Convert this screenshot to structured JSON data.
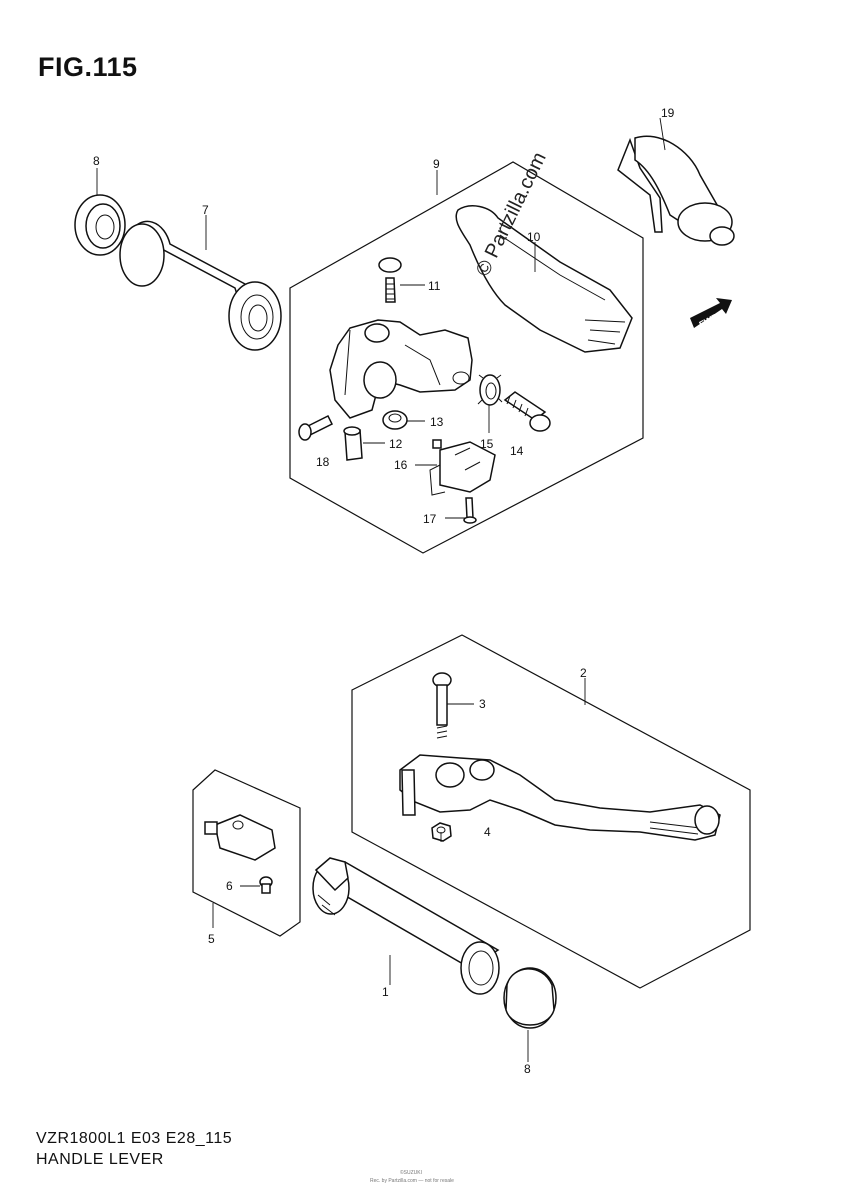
{
  "figure": {
    "title": "FIG.115",
    "model_code": "VZR1800L1 E03 E28_115",
    "caption": "HANDLE LEVER"
  },
  "watermark": "© Partzilla.com",
  "direction_marker": "FWD",
  "fine_print": {
    "line1": "©SUZUKI",
    "line2": "Rec. by Partzilla.com — not for resale"
  },
  "callouts": [
    {
      "id": "c1",
      "label": "1"
    },
    {
      "id": "c2",
      "label": "2"
    },
    {
      "id": "c3",
      "label": "3"
    },
    {
      "id": "c4",
      "label": "4"
    },
    {
      "id": "c5",
      "label": "5"
    },
    {
      "id": "c6",
      "label": "6"
    },
    {
      "id": "c7",
      "label": "7"
    },
    {
      "id": "c8a",
      "label": "8"
    },
    {
      "id": "c8b",
      "label": "8"
    },
    {
      "id": "c9",
      "label": "9"
    },
    {
      "id": "c10",
      "label": "10"
    },
    {
      "id": "c11",
      "label": "11"
    },
    {
      "id": "c12",
      "label": "12"
    },
    {
      "id": "c13",
      "label": "13"
    },
    {
      "id": "c14",
      "label": "14"
    },
    {
      "id": "c15",
      "label": "15"
    },
    {
      "id": "c16",
      "label": "16"
    },
    {
      "id": "c17",
      "label": "17"
    },
    {
      "id": "c18",
      "label": "18"
    },
    {
      "id": "c19",
      "label": "19"
    }
  ]
}
